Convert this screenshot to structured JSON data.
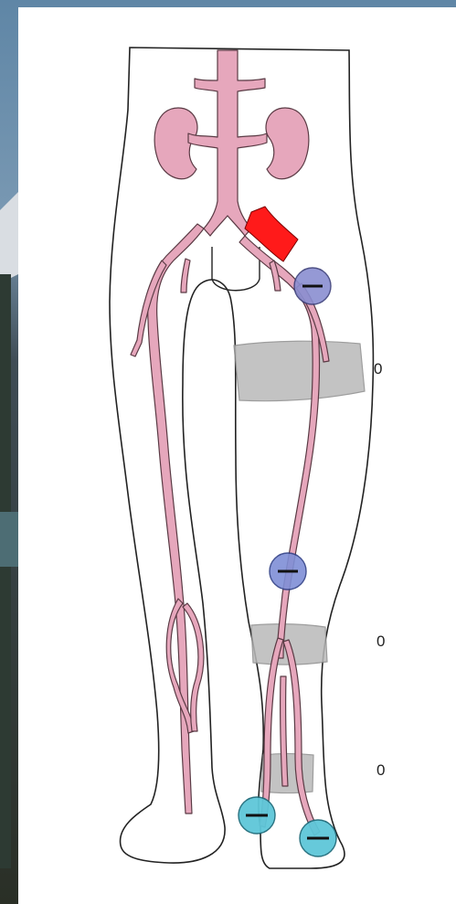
{
  "cuff_labels": {
    "thigh": "0",
    "knee": "0",
    "calf": "0"
  },
  "colors": {
    "artery": "#e6a7bc",
    "occlusion": "#ff1a1a",
    "cuff": "#b9b9b9",
    "probe": "#5ec7d9",
    "outline": "#222222",
    "paper": "#ffffff"
  },
  "probe_sites": [
    {
      "site": "groin",
      "symbol": "−"
    },
    {
      "site": "popliteal",
      "symbol": "−"
    },
    {
      "site": "posterior-tibial",
      "symbol": "−"
    },
    {
      "site": "dorsalis-pedis",
      "symbol": "−"
    }
  ]
}
